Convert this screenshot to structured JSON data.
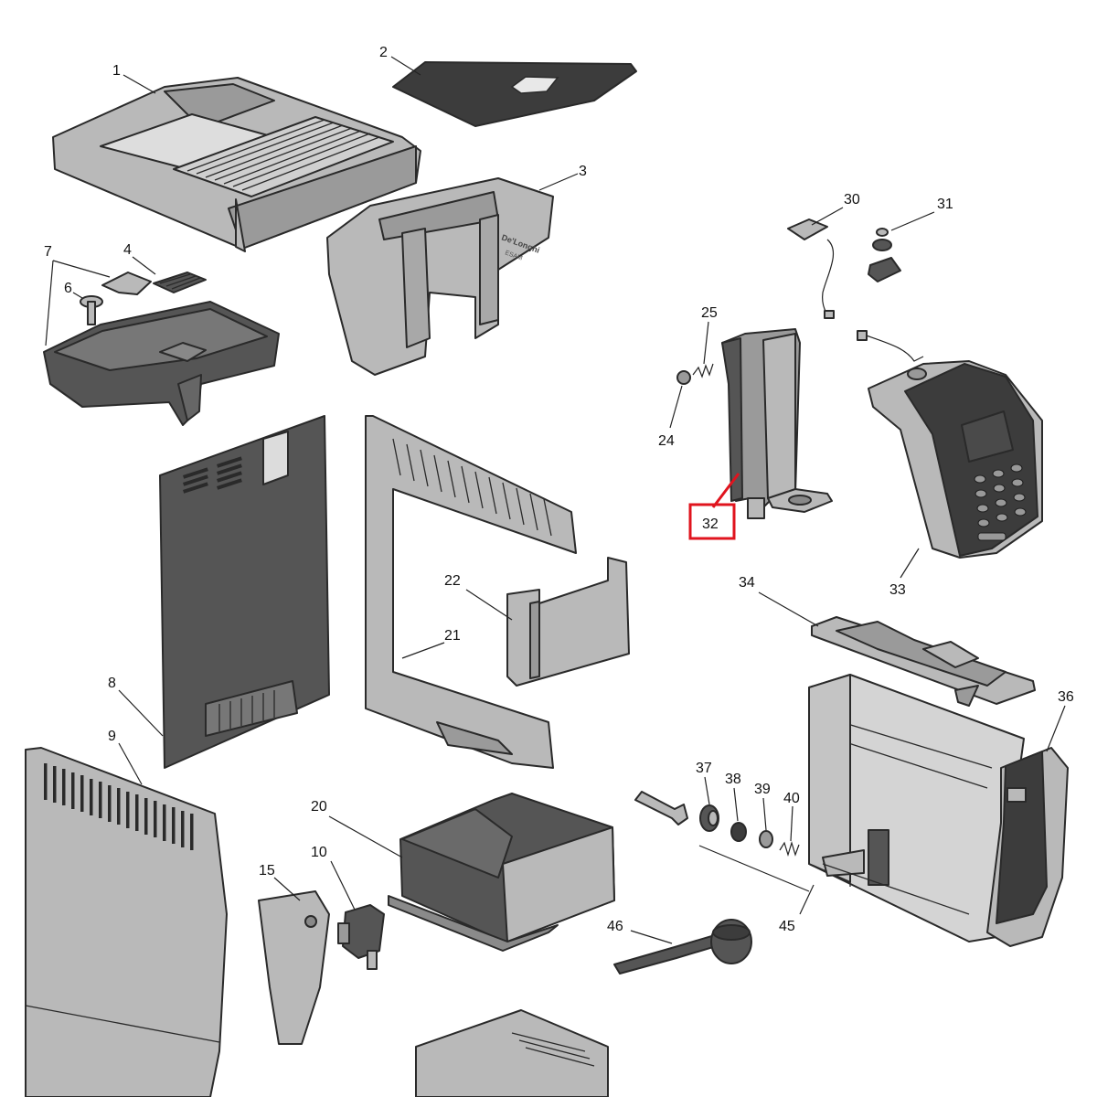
{
  "highlight": {
    "part": "32",
    "color": "#e0141e"
  },
  "brand": {
    "logo_text": "De'Longhi",
    "model_text": "ESAM"
  },
  "labels": {
    "p1": "1",
    "p2": "2",
    "p3": "3",
    "p4": "4",
    "p6": "6",
    "p7": "7",
    "p8": "8",
    "p9": "9",
    "p10": "10",
    "p15": "15",
    "p20": "20",
    "p21": "21",
    "p22": "22",
    "p24": "24",
    "p25": "25",
    "p30": "30",
    "p31": "31",
    "p32": "32",
    "p33": "33",
    "p34": "34",
    "p36": "36",
    "p37": "37",
    "p38": "38",
    "p39": "39",
    "p40": "40",
    "p45": "45",
    "p46": "46"
  }
}
